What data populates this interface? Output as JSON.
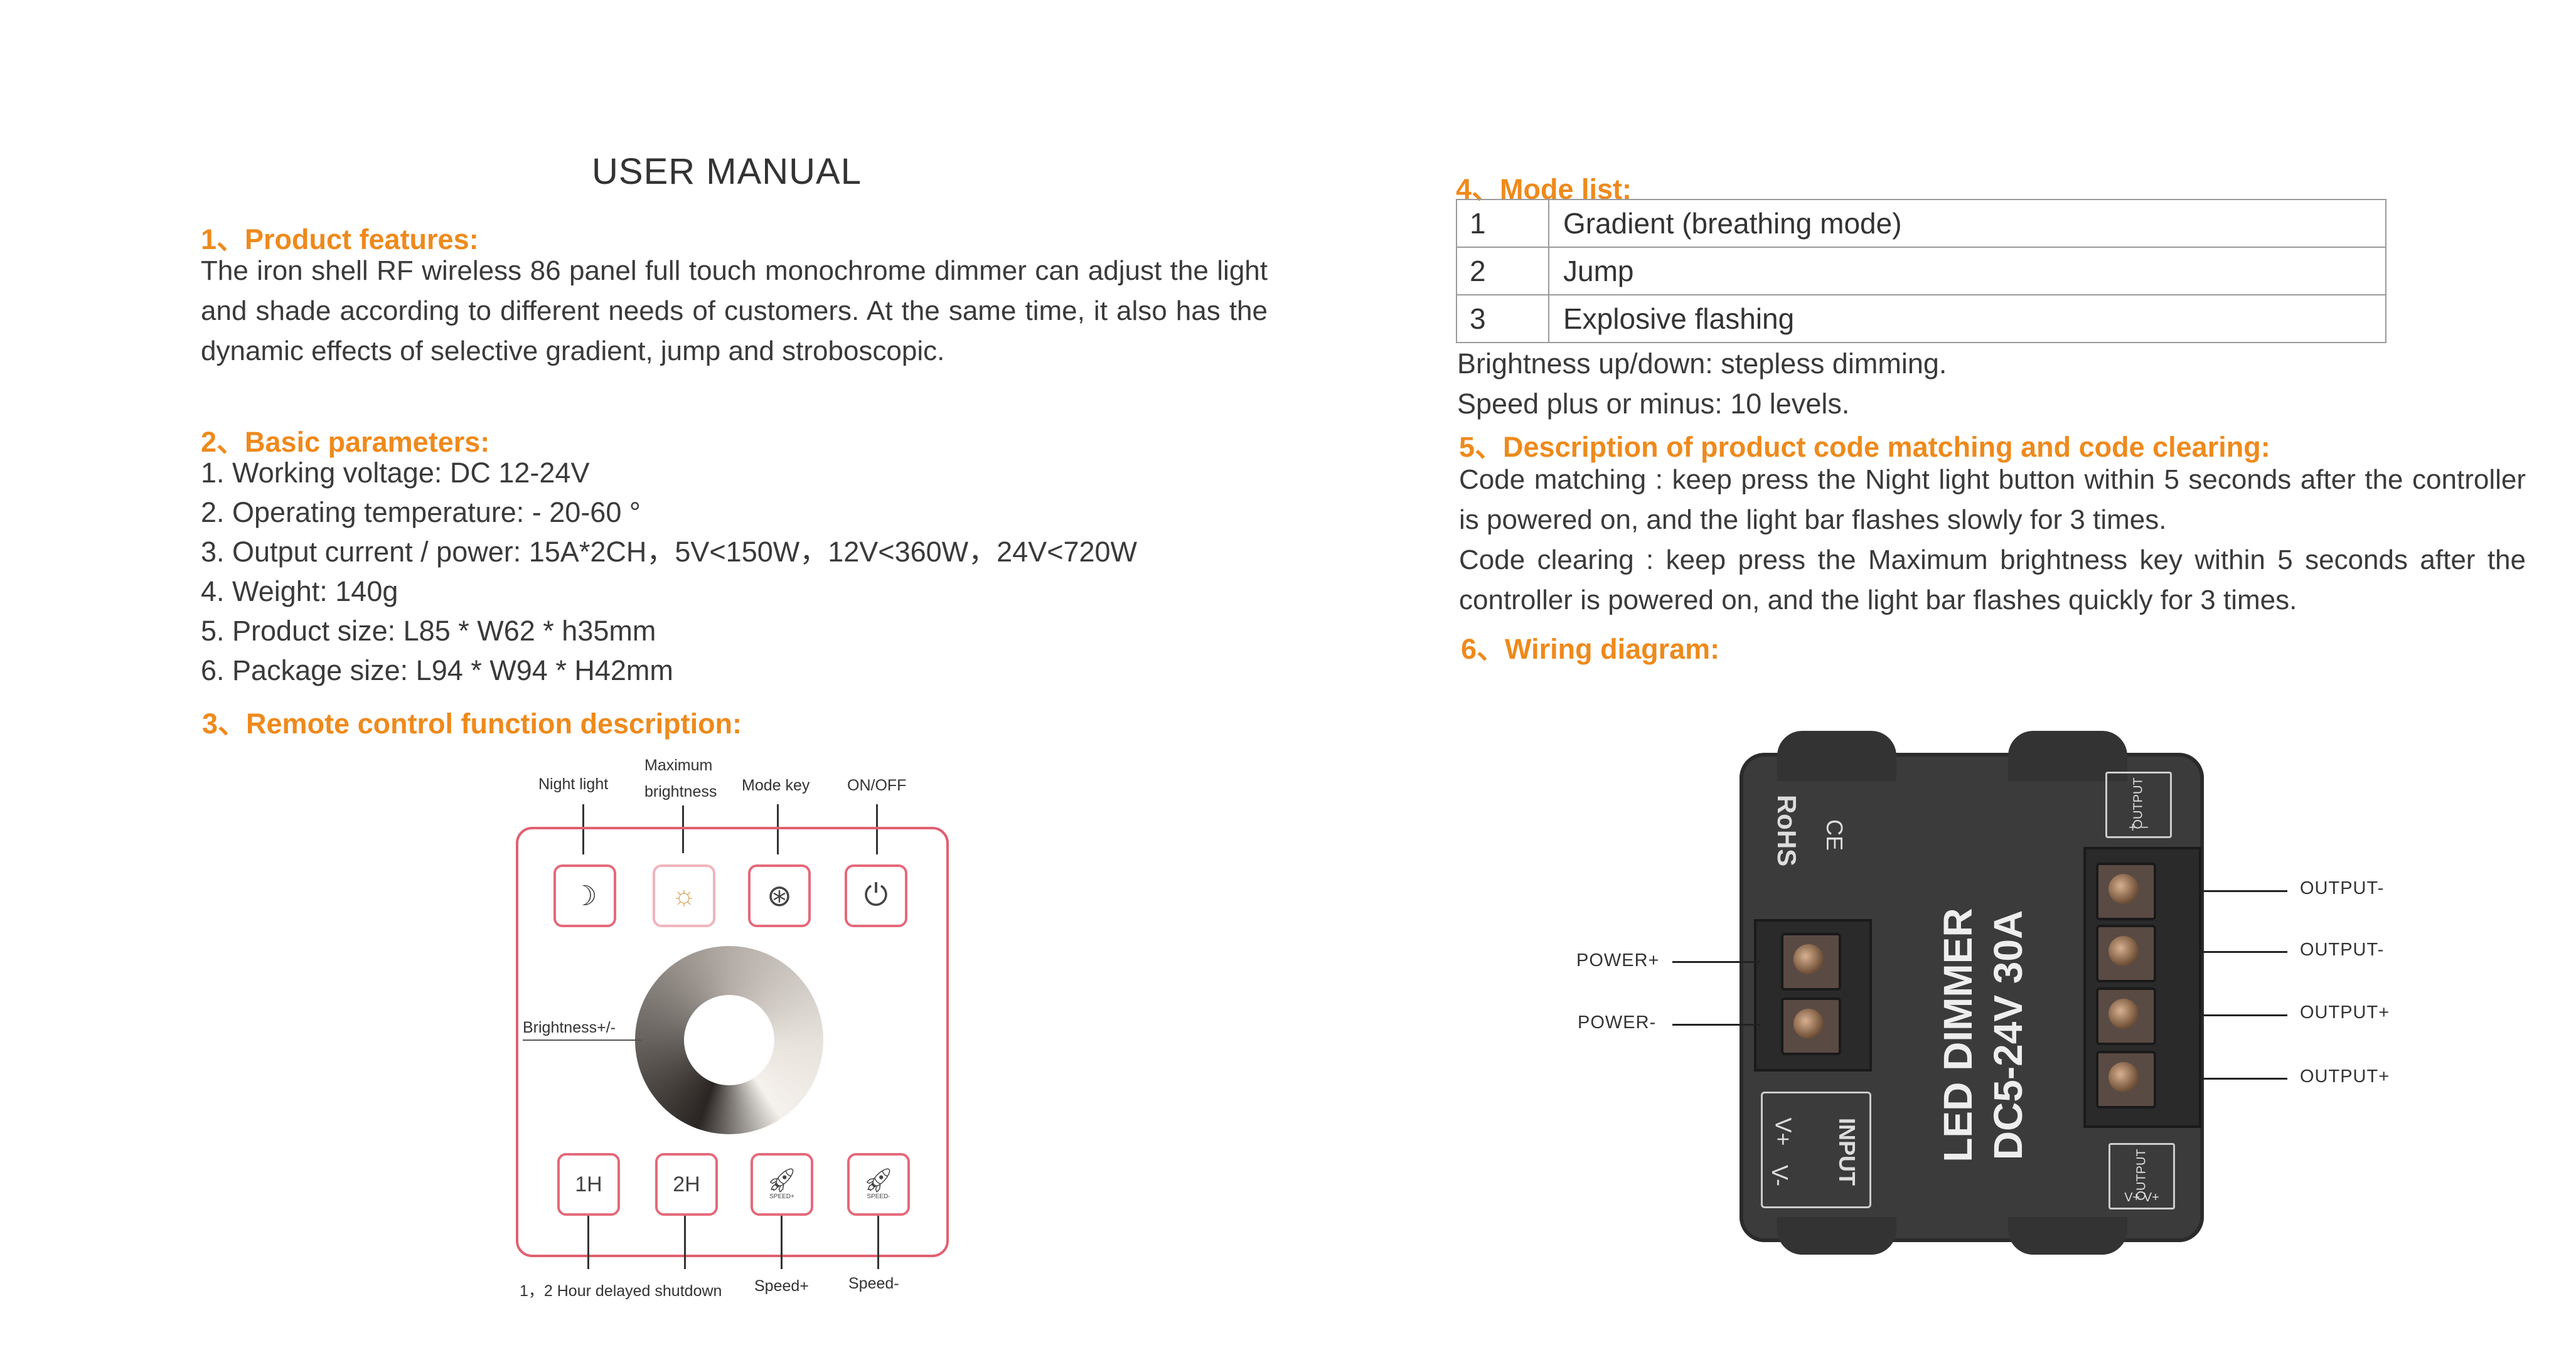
{
  "title": "USER MANUAL",
  "section1": {
    "heading": "1、Product features:",
    "text": "The iron shell RF wireless 86 panel full touch monochrome dimmer can adjust the light and shade according to different needs of customers. At the same time, it also has the dynamic effects of selective gradient, jump and stroboscopic."
  },
  "section2": {
    "heading": "2、Basic parameters:",
    "lines": [
      "1. Working voltage: DC 12-24V",
      "2. Operating temperature: - 20-60 °",
      "3. Output current / power: 15A*2CH，5V<150W，12V<360W，24V<720W",
      "4. Weight: 140g",
      "5. Product size: L85 * W62 * h35mm",
      "6. Package size: L94 * W94 * H42mm"
    ]
  },
  "section3": {
    "heading": "3、Remote control function description:",
    "labels": {
      "night_light": "Night light",
      "maximum": "Maximum",
      "brightness": "brightness",
      "mode_key": "Mode key",
      "on_off": "ON/OFF",
      "brightness_adj": "Brightness+/-",
      "delayed_shutdown": "1，2 Hour delayed shutdown",
      "speed_plus": "Speed+",
      "speed_minus": "Speed-"
    },
    "buttons": {
      "one_h": "1H",
      "two_h": "2H",
      "speed_small_plus": "SPEED+",
      "speed_small_minus": "SPEED-"
    }
  },
  "section4": {
    "heading": "4、Mode list:",
    "modes": [
      {
        "num": "1",
        "name": "Gradient (breathing mode)"
      },
      {
        "num": "2",
        "name": "Jump"
      },
      {
        "num": "3",
        "name": "Explosive flashing"
      }
    ],
    "lines": [
      "Brightness up/down: stepless dimming.",
      "Speed plus or minus: 10 levels."
    ]
  },
  "section5": {
    "heading": "5、Description of product code matching and code clearing:",
    "matching": "Code matching : keep press the Night light button within 5 seconds after the controller is powered on, and the light bar flashes slowly for 3 times.",
    "clearing": "Code clearing : keep press  the Maximum brightness key within 5 seconds after the controller is powered on, and the light bar flashes quickly for 3 times."
  },
  "section6": {
    "heading": "6、Wiring diagram:",
    "labels": {
      "power_plus": "POWER+",
      "power_minus": "POWER-",
      "output_minus": "OUTPUT-",
      "output_plus": "OUTPUT+"
    },
    "device": {
      "line1": "LED DIMMER",
      "line2": "DC5-24V 30A",
      "rohs": "RoHS",
      "ce": "CE",
      "input": "INPUT",
      "v_plus": "V+",
      "v_minus": "V-",
      "output_small": "OUTPUT",
      "plus_minus": "+ −",
      "v_plus_v_plus": "V+ V+"
    }
  },
  "colors": {
    "heading": "#ee8a1c",
    "panel_border": "#e06070",
    "device_body": "#3b3b3b"
  }
}
